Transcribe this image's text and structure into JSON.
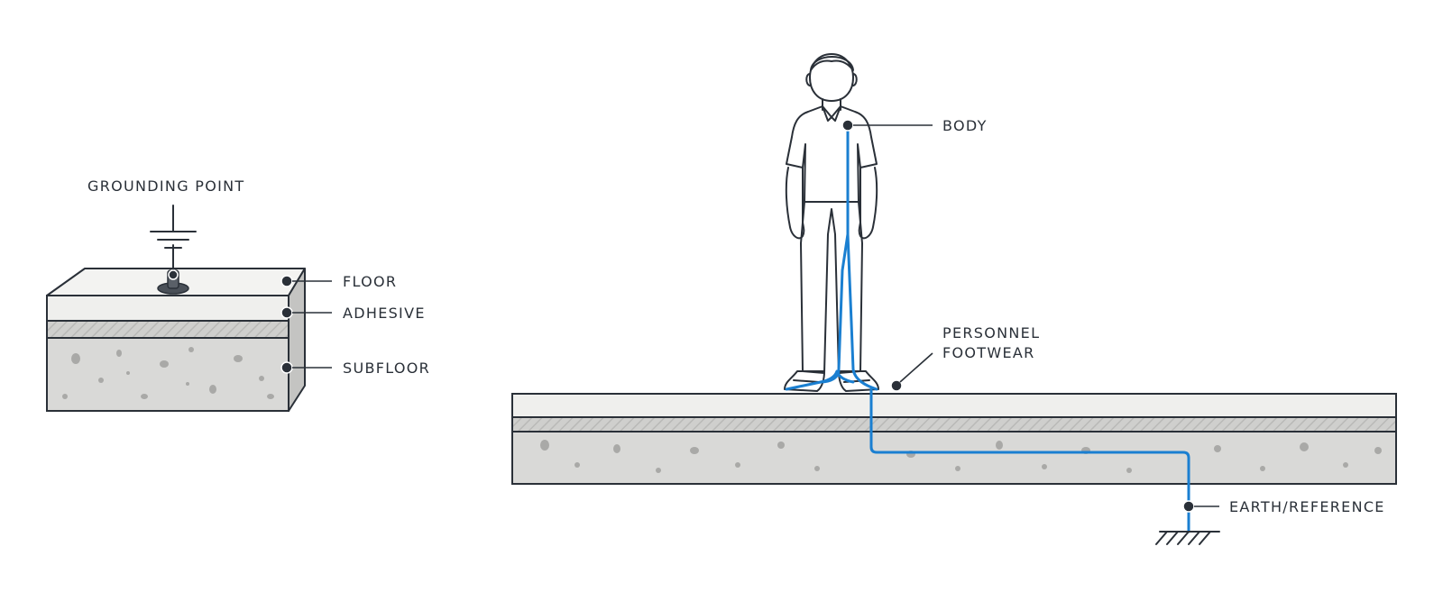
{
  "labels": {
    "grounding_point": "GROUNDING POINT",
    "floor": "FLOOR",
    "adhesive": "ADHESIVE",
    "subfloor": "SUBFLOOR",
    "body": "BODY",
    "footwear_line1": "PERSONNEL",
    "footwear_line2": "FOOTWEAR",
    "earth_reference": "EARTH/REFERENCE"
  },
  "colors": {
    "ink": "#2a3038",
    "path": "#1a7fd1",
    "floor": "#efefed",
    "adhesive": "#cfcfcd",
    "subfloor": "#d9d9d7"
  },
  "icons": [
    "ground-symbol",
    "earth-hatch-symbol",
    "person-figure"
  ]
}
